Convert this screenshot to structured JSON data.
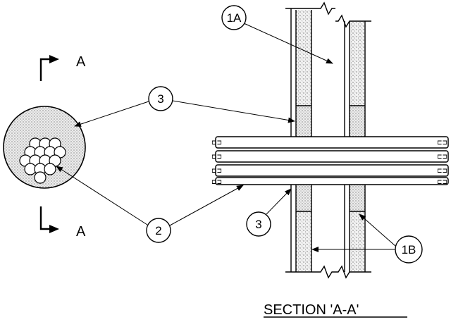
{
  "section_marks": {
    "top_label": "A",
    "bottom_label": "A"
  },
  "callouts": {
    "wall_upper": "1A",
    "wall_lower": "1B",
    "sealant_top": "3",
    "sealant_bottom": "3",
    "cables": "2"
  },
  "section_title": "SECTION 'A-A'",
  "colors": {
    "ink": "#000000",
    "fill_stipple": "#d9d9d9",
    "background": "#ffffff"
  }
}
